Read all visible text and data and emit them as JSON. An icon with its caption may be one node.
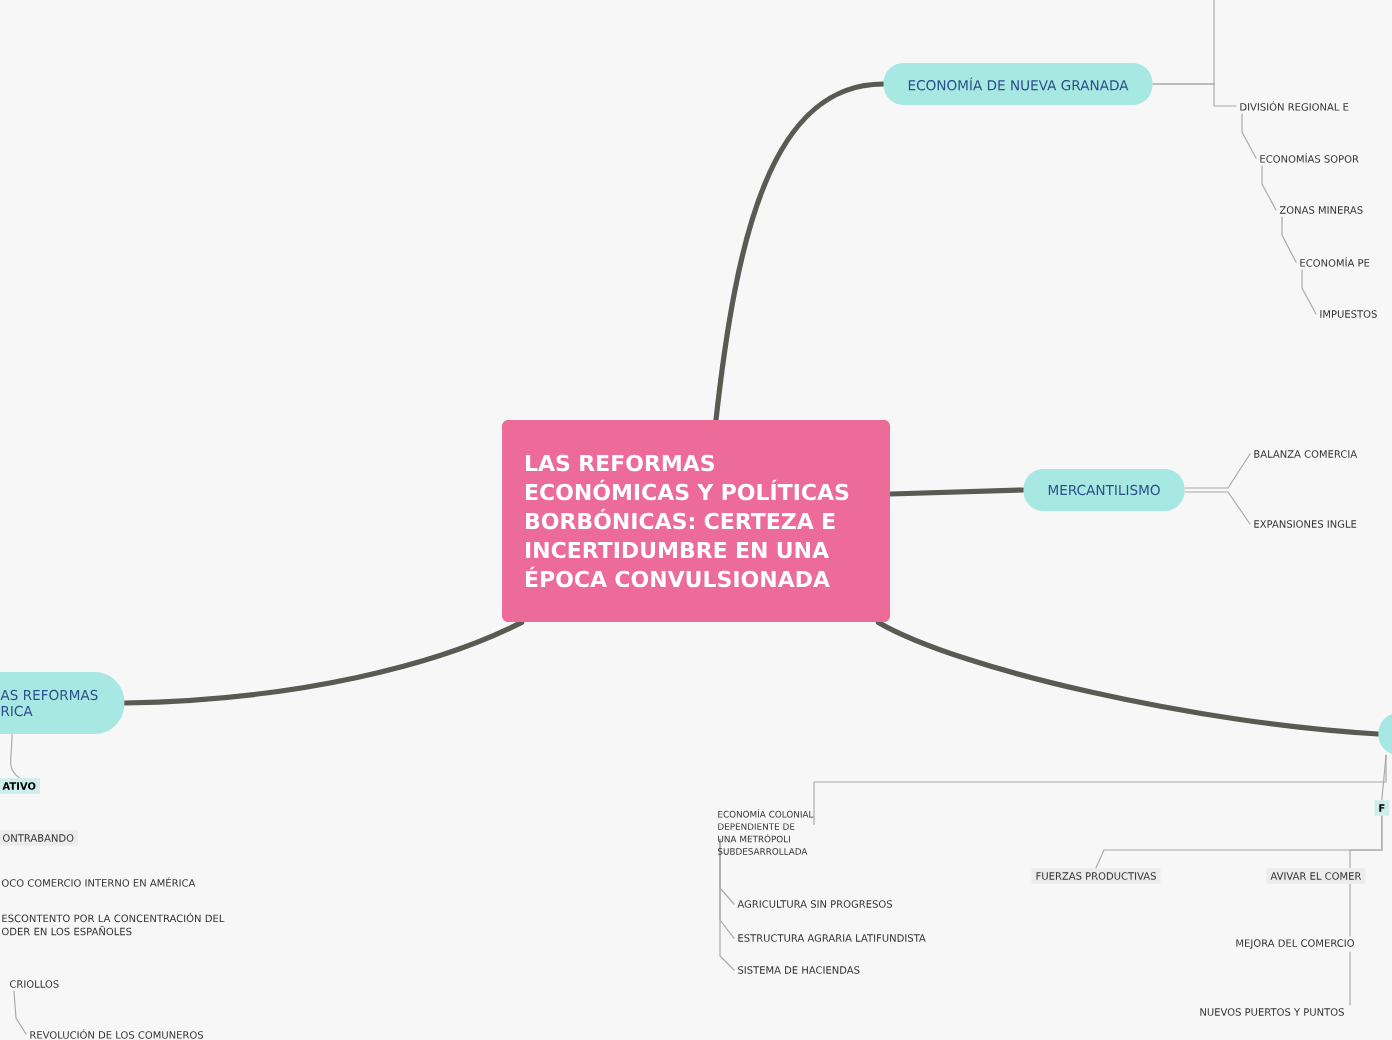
{
  "diagram": {
    "nodes": [
      {
        "text": [
          "LAS REFORMAS ECONÓMICAS Y POLÍTICAS BORBÓNICAS: CERTEZA E INCERTIDUMBRE EN UNA ÉPOCA CONVULSIONADA"
        ]
      },
      {
        "text": [
          "ECONOMÍA DE NUEVA GRANADA"
        ]
      },
      {
        "text": [
          "DIVISIÓN REGIONAL E"
        ]
      },
      {
        "text": [
          "ECONOMÍAS SOPOR"
        ]
      },
      {
        "text": [
          "ZONAS MINERAS"
        ]
      },
      {
        "text": [
          "ECONOMÍA PE"
        ]
      },
      {
        "text": [
          "IMPUESTOS"
        ]
      },
      {
        "text": [
          "MERCANTILISMO"
        ]
      },
      {
        "text": [
          "BALANZA COMERCIA"
        ]
      },
      {
        "text": [
          "EXPANSIONES INGLE"
        ]
      },
      {
        "text": [
          "AS REFORMAS RICA"
        ]
      },
      {
        "text": [
          "ATIVO"
        ]
      },
      {
        "text": [
          "ONTRABANDO"
        ]
      },
      {
        "text": [
          "OCO COMERCIO INTERNO EN AMÉRICA"
        ]
      },
      {
        "text": [
          "ESCONTENTO POR LA CONCENTRACIÓN DEL ODER EN LOS ESPAÑOLES"
        ]
      },
      {
        "text": [
          "CRIOLLOS"
        ]
      },
      {
        "text": [
          "REVOLUCIÓN DE LOS COMUNEROS"
        ]
      },
      {
        "text": [],
        "shape": "box"
      },
      {
        "text": [
          "ECONOMÍA COLONIAL DEPENDIENTE DE UNA METRÓPOLI SUBDESARROLLADA"
        ]
      },
      {
        "text": [
          "AGRICULTURA SIN PROGRESOS"
        ]
      },
      {
        "text": [
          "ESTRUCTURA AGRARIA LATIFUNDISTA"
        ]
      },
      {
        "text": [
          "SISTEMA DE HACIENDAS"
        ]
      },
      {
        "text": [
          "F"
        ]
      },
      {
        "text": [
          "FUERZAS PRODUCTIVAS"
        ]
      },
      {
        "text": [
          "AVIVAR EL COMER"
        ]
      },
      {
        "text": [
          "MEJORA DEL COMERCIO"
        ]
      },
      {
        "text": [
          "NUEVOS PUERTOS Y PUNTOS"
        ]
      }
    ],
    "edges": [
      {
        "from": 0,
        "to": 1,
        "arrow": "none",
        "style": "thick",
        "color": "#5a5a52"
      },
      {
        "from": 0,
        "to": 7,
        "arrow": "none",
        "style": "thick",
        "color": "#5a5a52"
      },
      {
        "from": 0,
        "to": 10,
        "arrow": "none",
        "style": "thick",
        "color": "#5a5a52"
      },
      {
        "from": 0,
        "to": 17,
        "arrow": "none",
        "style": "thick",
        "color": "#5a5a52"
      },
      {
        "from": 1,
        "to": null,
        "arrow": "none"
      },
      {
        "from": 1,
        "to": 2,
        "arrow": "none"
      },
      {
        "from": 2,
        "to": 3,
        "arrow": "none"
      },
      {
        "from": 3,
        "to": 4,
        "arrow": "none"
      },
      {
        "from": 4,
        "to": 5,
        "arrow": "none"
      },
      {
        "from": 5,
        "to": 6,
        "arrow": "none"
      },
      {
        "from": 7,
        "to": 8,
        "arrow": "none"
      },
      {
        "from": 7,
        "to": 9,
        "arrow": "none"
      },
      {
        "from": 10,
        "to": 11,
        "arrow": "none"
      },
      {
        "from": 15,
        "to": 16,
        "arrow": "none"
      },
      {
        "from": 17,
        "to": 18,
        "arrow": "none"
      },
      {
        "from": 17,
        "to": 22,
        "arrow": "none"
      },
      {
        "from": 18,
        "to": 19,
        "arrow": "none"
      },
      {
        "from": 18,
        "to": 20,
        "arrow": "none"
      },
      {
        "from": 18,
        "to": 21,
        "arrow": "none"
      },
      {
        "from": 22,
        "to": 23,
        "arrow": "none"
      },
      {
        "from": 22,
        "to": 24,
        "arrow": "none"
      },
      {
        "from": 24,
        "to": 25,
        "arrow": "none"
      },
      {
        "from": 25,
        "to": 26,
        "arrow": "none"
      }
    ]
  }
}
